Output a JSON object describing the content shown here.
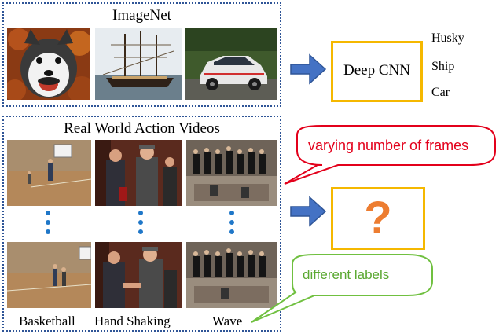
{
  "imagenet": {
    "title": "ImageNet",
    "images": [
      "husky-photo",
      "ship-photo",
      "car-photo"
    ]
  },
  "model": {
    "label": "Deep CNN",
    "outputs": [
      "Husky",
      "Ship",
      "Car"
    ]
  },
  "videos": {
    "title": "Real World Action Videos",
    "labels": [
      "Basketball",
      "Hand Shaking",
      "Wave"
    ]
  },
  "unknown_model": {
    "symbol": "?"
  },
  "callouts": {
    "frames": "varying number of frames",
    "labels": "different labels"
  },
  "colors": {
    "panel_border": "#2f5597",
    "box_border": "#f5b800",
    "arrow": "#4472c4",
    "question_mark": "#ed7d31",
    "frames_callout": "#e3001b",
    "labels_callout": "#70c040"
  }
}
